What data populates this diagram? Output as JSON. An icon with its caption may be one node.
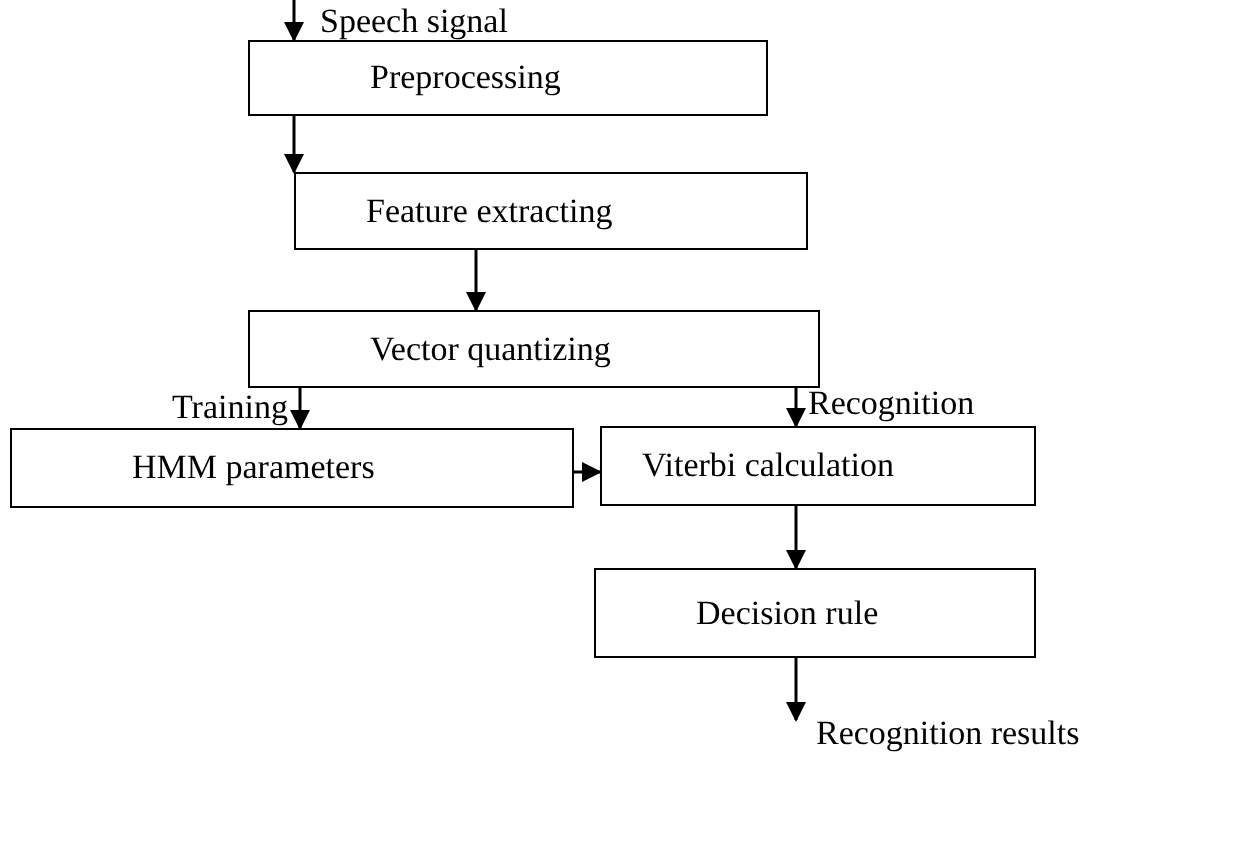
{
  "diagram": {
    "nodes": [
      {
        "text": [
          "Preprocessing"
        ]
      },
      {
        "text": [
          "Feature extracting"
        ]
      },
      {
        "text": [
          "Vector quantizing"
        ]
      },
      {
        "text": [
          "HMM parameters"
        ]
      },
      {
        "text": [
          "Viterbi calculation"
        ]
      },
      {
        "text": [
          "Decision rule"
        ]
      }
    ],
    "edges": [
      {
        "from": null,
        "to": 0,
        "arrow": "to",
        "label": "Speech signal"
      },
      {
        "from": 0,
        "to": 1,
        "arrow": "to"
      },
      {
        "from": 1,
        "to": 2,
        "arrow": "to"
      },
      {
        "from": 2,
        "to": 3,
        "arrow": "to",
        "label": "Training"
      },
      {
        "from": 2,
        "to": 4,
        "arrow": "to",
        "label": "Recognition"
      },
      {
        "from": 3,
        "to": 4,
        "arrow": "to"
      },
      {
        "from": 4,
        "to": 5,
        "arrow": "to"
      },
      {
        "from": 5,
        "to": null,
        "arrow": "to",
        "label": "Recognition results"
      }
    ]
  }
}
